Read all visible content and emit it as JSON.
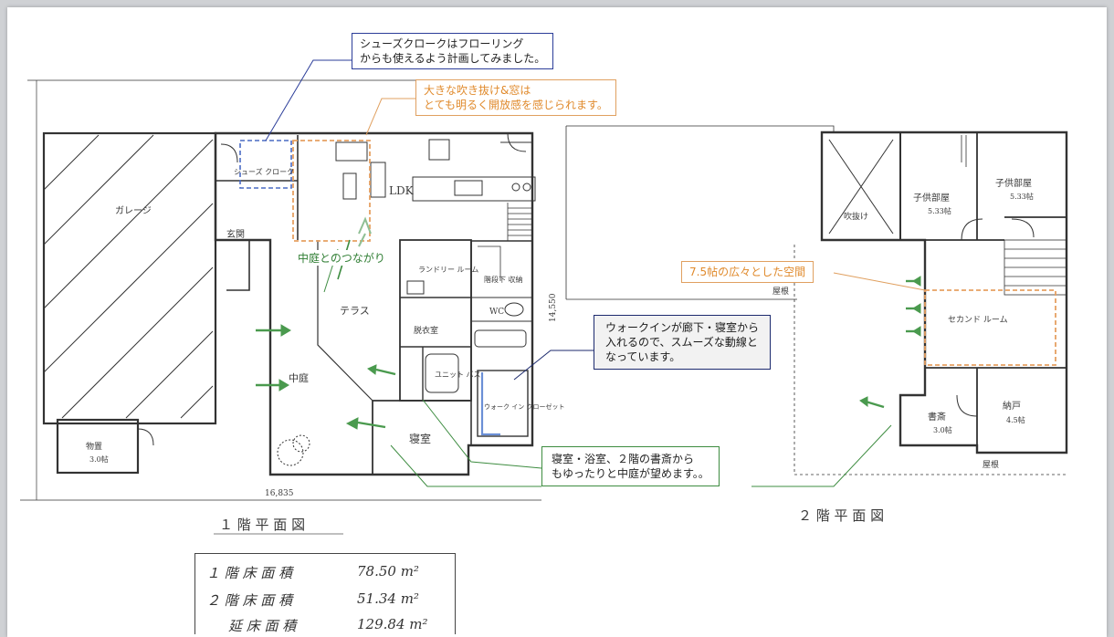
{
  "callouts": {
    "shoes": [
      "シューズクロークはフローリング",
      "からも使えるよう計画してみました。"
    ],
    "atrium": [
      "大きな吹き抜け&窓は",
      "とても明るく開放感を感じられます。"
    ],
    "space": "7.5帖の広々とした空間",
    "walkin": [
      "ウォークインが廊下・寝室から",
      "入れるので、スムーズな動線と",
      "なっています。"
    ],
    "courtyard_view": [
      "寝室・浴室、２階の書斎から",
      "もゆったりと中庭が望めます。。"
    ],
    "courtyard_link": "中庭とのつながり"
  },
  "plan1": {
    "garage": "ガレージ",
    "shoes_cloak": "シューズ\nクローク",
    "entrance": "玄関",
    "ldk": "LDK",
    "laundry": "ランドリー\nルーム",
    "stair_storage": "階段下\n収納",
    "wc": "WC",
    "changing": "脱衣室",
    "unit_bath": "ユニット\nバス",
    "terrace": "テラス",
    "courtyard": "中庭",
    "bedroom": "寝室",
    "walkin_closet": "ウォーク\nイン\nクローゼット",
    "storage": "物置",
    "storage_size": "3.0帖",
    "width_dim": "16,835",
    "depth_dim": "14,550",
    "title": "１ 階 平 面 図"
  },
  "plan2": {
    "void": "吹抜け",
    "kids_room1": "子供部屋",
    "kids_room1_size": "5.33帖",
    "kids_room2": "子供部屋",
    "kids_room2_size": "5.33帖",
    "second_room": "セカンド\nルーム",
    "study": "書斎",
    "study_size": "3.0帖",
    "closet": "納戸",
    "closet_size": "4.5帖",
    "roof1": "屋根",
    "roof2": "屋根",
    "title": "２ 階 平 面 図"
  },
  "areas": [
    {
      "label": "１ 階 床 面 積",
      "value": "78.50 m²"
    },
    {
      "label": "２ 階 床 面 積",
      "value": "51.34 m²"
    },
    {
      "label": "延 床 面 積",
      "value": "129.84 m²"
    }
  ],
  "colors": {
    "blue": "#2b3d99",
    "orange": "#e0a060",
    "green": "#3d8c40",
    "navy": "#1c2a6e"
  }
}
